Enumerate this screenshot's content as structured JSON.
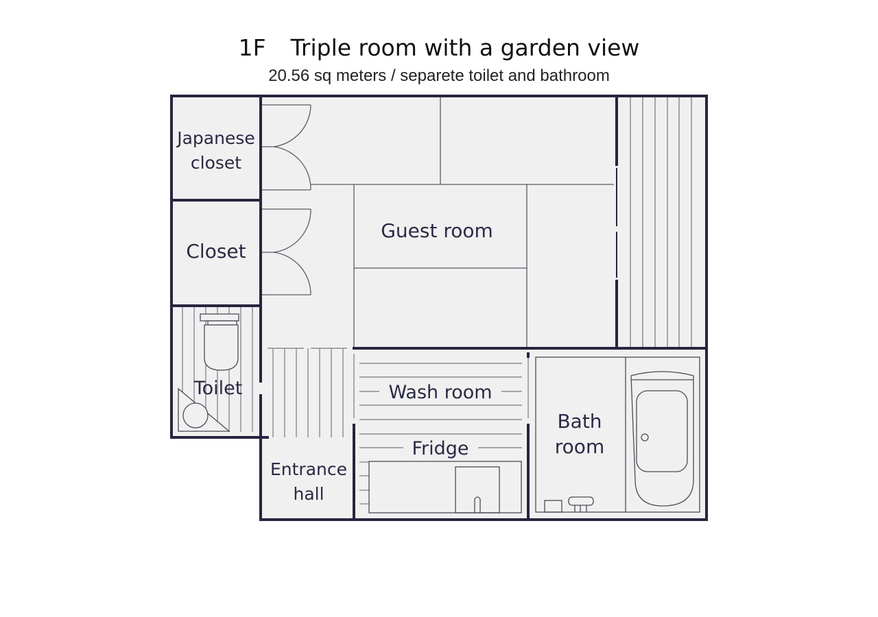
{
  "header": {
    "floor": "1F",
    "title": "Triple room with a garden view",
    "subtitle": "20.56 sq meters / separete toilet and bathroom"
  },
  "rooms": {
    "japanese_closet": {
      "line1": "Japanese",
      "line2": "closet"
    },
    "closet": {
      "label": "Closet"
    },
    "guest_room": {
      "label": "Guest room"
    },
    "toilet": {
      "label": "Toilet"
    },
    "entrance_hall": {
      "line1": "Entrance",
      "line2": "hall"
    },
    "wash_room": {
      "label": "Wash room"
    },
    "fridge": {
      "label": "Fridge"
    },
    "bath_room": {
      "line1": "Bath",
      "line2": "room"
    }
  },
  "colors": {
    "wall": "#25253f",
    "floor_fill": "#f0f0f0",
    "thin_line": "#7a7a86",
    "label": "#2a2a45"
  }
}
